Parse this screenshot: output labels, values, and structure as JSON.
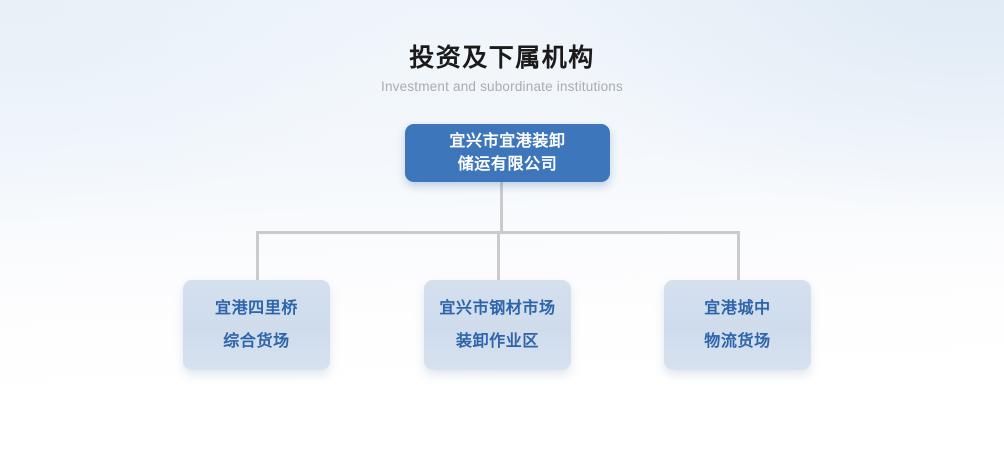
{
  "heading": {
    "title": "投资及下属机构",
    "subtitle": "Investment and subordinate institutions"
  },
  "colors": {
    "root_box": "#3d76ba",
    "root_text": "#ffffff",
    "child_box": "#cfdcec",
    "child_text": "#2e64ab",
    "connector": "#cbcbcb",
    "title_text": "#1b1b1b",
    "subtitle_text": "#a9adb2",
    "background_top": "#eef4fa",
    "background_bottom": "#ffffff"
  },
  "org_chart": {
    "root": {
      "lines": [
        "宜兴市宜港装卸",
        "储运有限公司"
      ]
    },
    "children": [
      {
        "lines": [
          "宜港四里桥",
          "综合货场"
        ]
      },
      {
        "lines": [
          "宜兴市钢材市场",
          "装卸作业区"
        ]
      },
      {
        "lines": [
          "宜港城中",
          "物流货场"
        ]
      }
    ]
  }
}
